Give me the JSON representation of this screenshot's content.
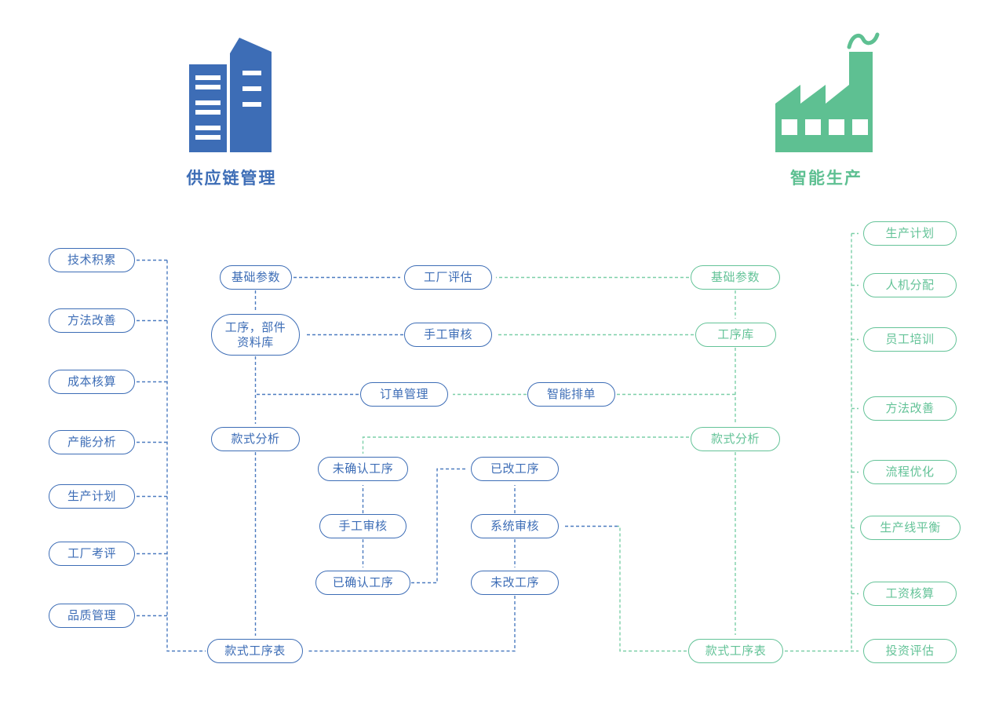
{
  "header": {
    "supply_chain": {
      "label": "供应链管理",
      "icon": "building-icon",
      "color": "#3d6db6"
    },
    "smart_production": {
      "label": "智能生产",
      "icon": "factory-icon",
      "color": "#5ec092"
    }
  },
  "colors": {
    "blue_node": "#3d6db6",
    "blue_edge": "#4d7cc0",
    "green_node": "#64c398",
    "green_edge": "#7ccfa8"
  },
  "diagram": {
    "left_outputs": [
      "技术积累",
      "方法改善",
      "成本核算",
      "产能分析",
      "生产计划",
      "工厂考评",
      "品质管理"
    ],
    "supply_flow": {
      "basic_params": "基础参数",
      "process_parts_db": "工序，部件资料库",
      "style_analysis": "款式分析",
      "style_process_sheet": "款式工序表"
    },
    "middle": {
      "factory_eval": "工厂评估",
      "manual_review_upper": "手工审核",
      "order_management": "订单管理",
      "smart_scheduling": "智能排单",
      "unconfirmed_process": "未确认工序",
      "changed_process": "已改工序",
      "manual_review_lower": "手工审核",
      "system_review": "系统审核",
      "confirmed_process": "已确认工序",
      "unchanged_process": "未改工序"
    },
    "production_flow": {
      "basic_params": "基础参数",
      "process_library": "工序库",
      "style_analysis": "款式分析",
      "style_process_sheet": "款式工序表"
    },
    "right_outputs": [
      "生产计划",
      "人机分配",
      "员工培训",
      "方法改善",
      "流程优化",
      "生产线平衡",
      "工资核算",
      "投资评估"
    ]
  }
}
